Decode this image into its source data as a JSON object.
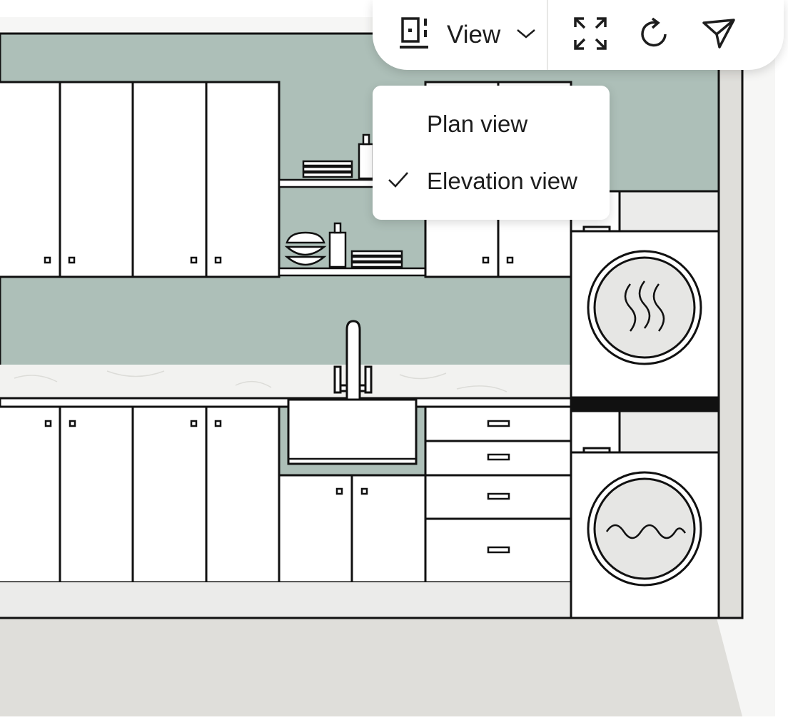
{
  "toolbar": {
    "view_label": "View",
    "view_icon": "elevation-view-icon",
    "dropdown_icon": "chevron-down-icon",
    "buttons": [
      {
        "name": "fullscreen-button",
        "icon": "expand-arrows-icon"
      },
      {
        "name": "reset-button",
        "icon": "rotate-clockwise-icon"
      },
      {
        "name": "share-button",
        "icon": "send-icon"
      }
    ]
  },
  "view_menu": {
    "items": [
      {
        "label": "Plan view",
        "selected": false
      },
      {
        "label": "Elevation view",
        "selected": true
      }
    ],
    "check_icon": "checkmark-icon"
  },
  "colors": {
    "wall": "#adbfb8",
    "cabinet": "#ffffff",
    "outline": "#111111",
    "floor": "#dfdeda",
    "countertop": "#f3f3f1",
    "appliance_door": "#e6e6e4"
  }
}
